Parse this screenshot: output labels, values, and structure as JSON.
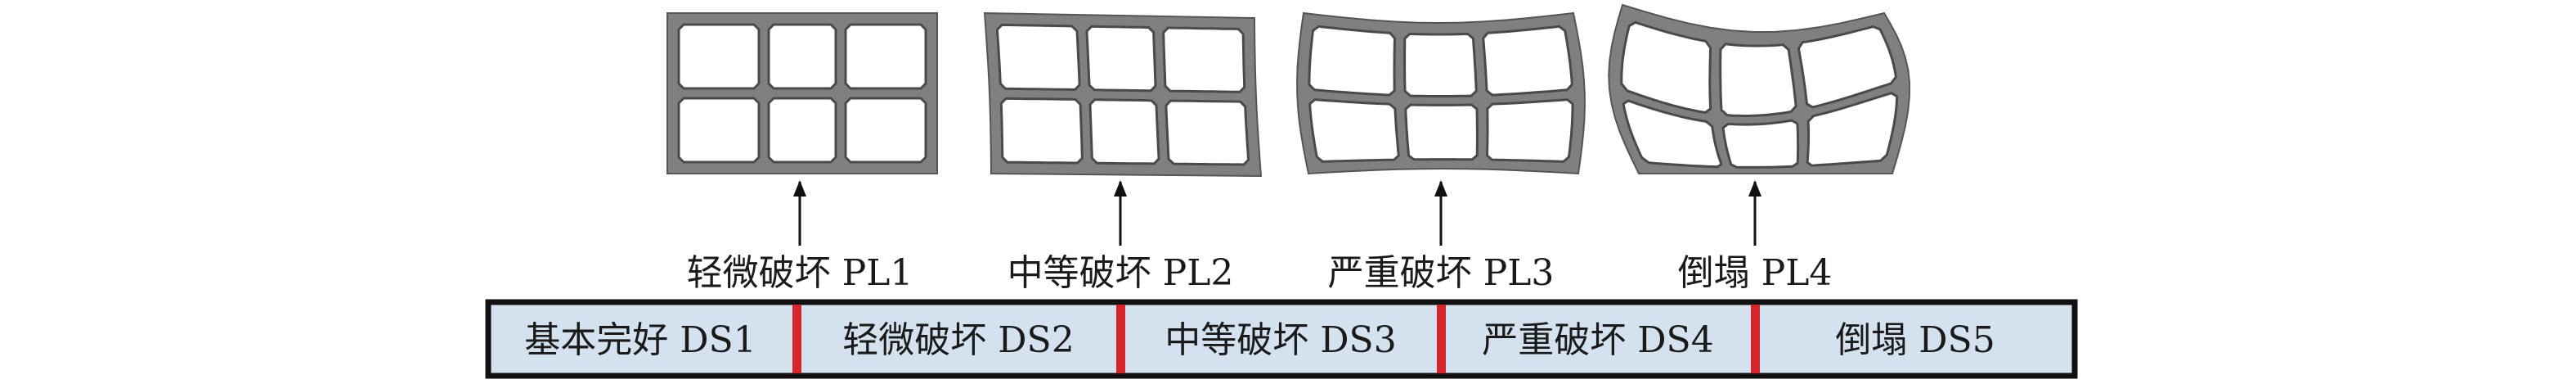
{
  "performance_levels": [
    {
      "label": "轻微破坏 PL1"
    },
    {
      "label": "中等破坏 PL2"
    },
    {
      "label": "严重破坏 PL3"
    },
    {
      "label": "倒塌 PL4"
    }
  ],
  "damage_states": [
    {
      "label": "基本完好 DS1"
    },
    {
      "label": "轻微破坏 DS2"
    },
    {
      "label": "中等破坏 DS3"
    },
    {
      "label": "严重破坏 DS4"
    },
    {
      "label": "倒塌 DS5"
    }
  ],
  "colors": {
    "bar_fill": "#d3e2ee",
    "divider": "#d7262b",
    "frame": "#808080",
    "frame_edge": "#555555"
  }
}
